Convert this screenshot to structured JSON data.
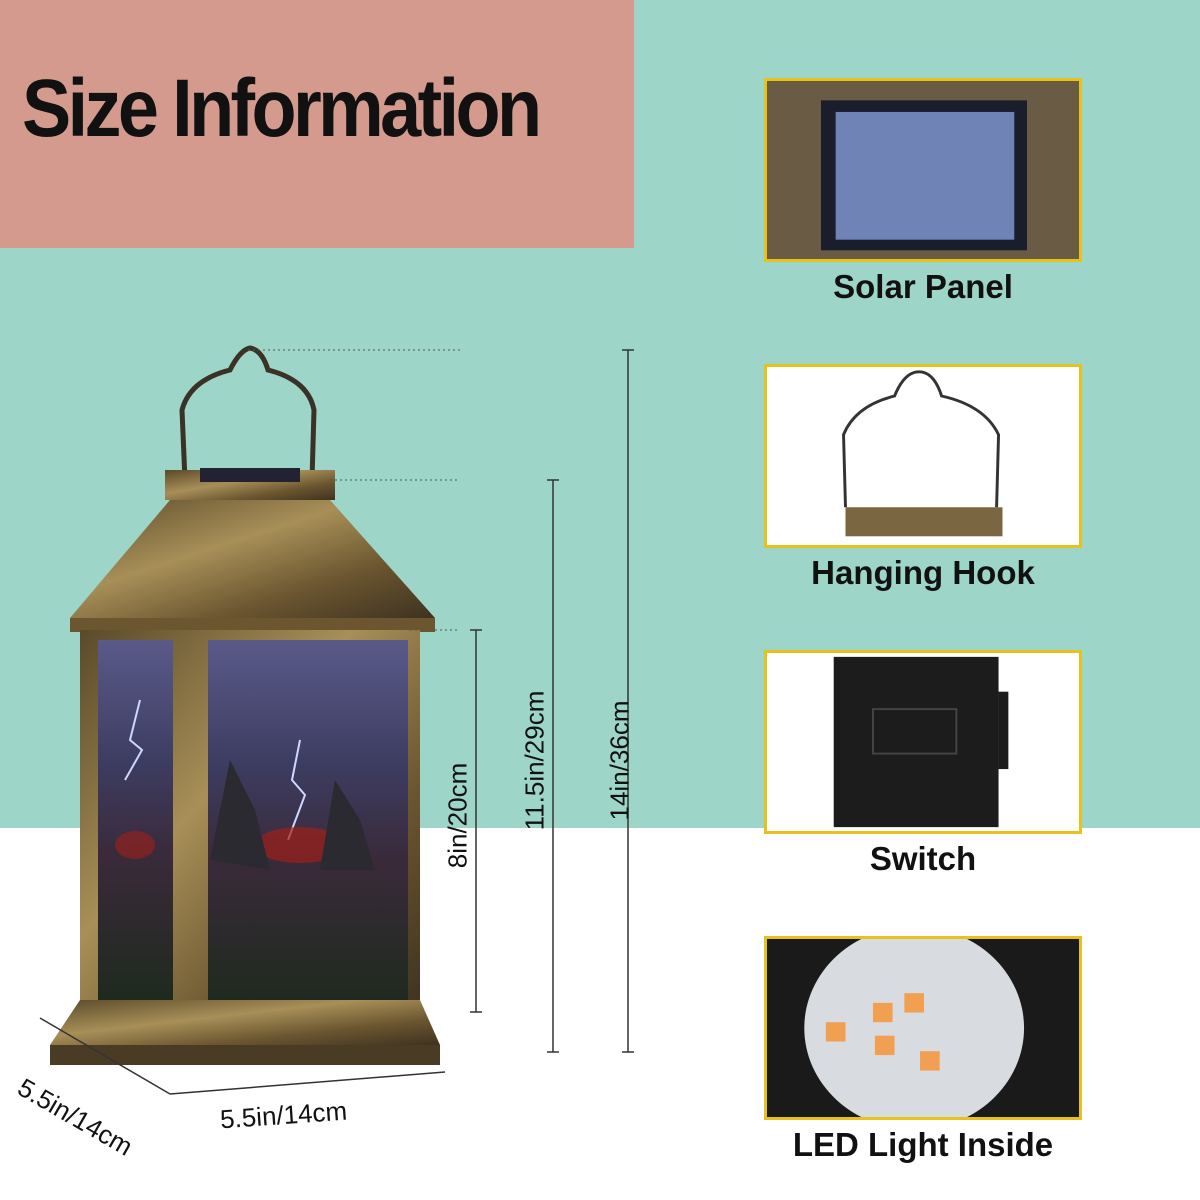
{
  "title": "Size Information",
  "dimensions": {
    "total_height": "14in/36cm",
    "body_height": "11.5in/29cm",
    "panel_height": "8in/20cm",
    "width": "5.5in/14cm",
    "depth": "5.5in/14cm"
  },
  "features": [
    {
      "label": "Solar Panel"
    },
    {
      "label": "Hanging Hook"
    },
    {
      "label": "Switch"
    },
    {
      "label": "LED Light Inside"
    }
  ],
  "colors": {
    "mint_bg": "#9dd6c8",
    "title_bg": "#d49a8e",
    "panel_border": "#e8c21c",
    "bronze": "#8a7440"
  }
}
